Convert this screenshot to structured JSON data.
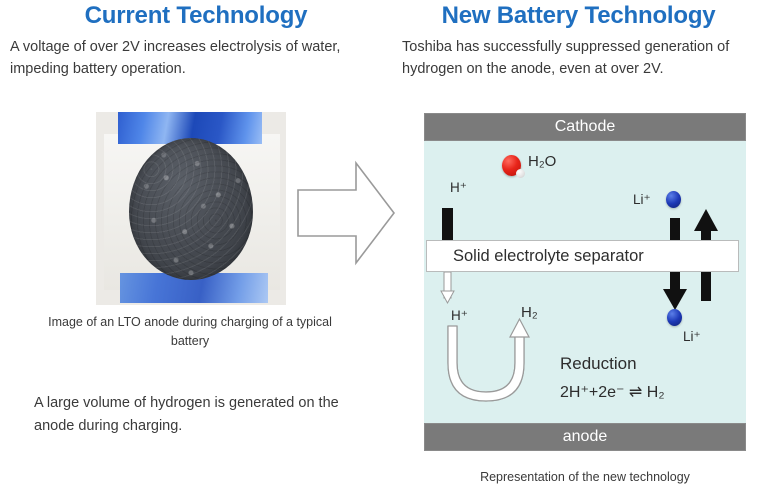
{
  "left_panel": {
    "title": "Current Technology",
    "lead": "A voltage of over 2V increases electrolysis of water, impeding battery operation.",
    "photo_caption": "Image of an LTO anode during charging of a typical battery",
    "note": "A large volume of hydrogen is generated on the anode during charging.",
    "photo_alt": "lto-anode-photo"
  },
  "right_panel": {
    "title": "New Battery Technology",
    "lead": "Toshiba has successfully suppressed generation of hydrogen on the anode, even at over 2V.",
    "diagram_caption": "Representation of the new technology"
  },
  "diagram": {
    "cathode_label": "Cathode",
    "anode_label": "anode",
    "separator_label": "Solid electrolyte separator",
    "water_label": "H₂O",
    "h_plus_top_label": "H⁺",
    "h_plus_bottom_label": "H⁺",
    "hydrogen_label": "H₂",
    "li_top_label": "Li⁺",
    "li_bottom_label": "Li⁺",
    "reduction_title": "Reduction",
    "reduction_equation": "2H⁺+2e⁻ ⇌ H₂"
  },
  "colors": {
    "title_blue": "#1f6fc0",
    "electrode_gray": "#7a7a7a",
    "electrolyte_teal": "#dcf0ef",
    "water_red": "#e8251a",
    "lithium_blue": "#1d39b7",
    "arrow_black": "#111111",
    "outline_gray": "#8f8f8f",
    "body_text": "#3a3a3a"
  },
  "transition_arrow": "right-block-arrow"
}
